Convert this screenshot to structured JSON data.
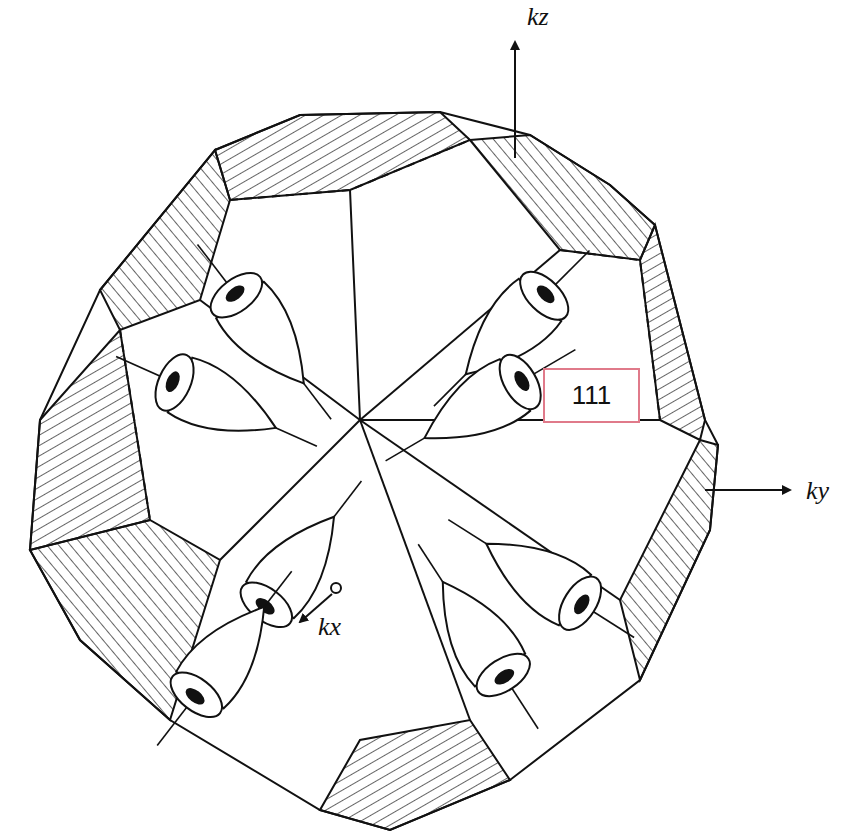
{
  "diagram": {
    "nodes": [
      {
        "text": [
          "111"
        ]
      }
    ],
    "labels": [
      "kz",
      "ky",
      "kx"
    ]
  }
}
